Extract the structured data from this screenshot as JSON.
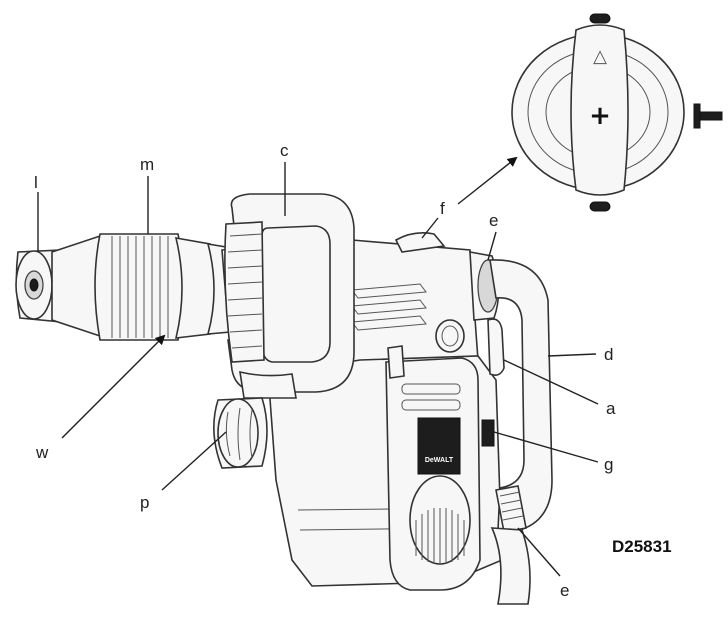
{
  "figure": {
    "model_code": "D25831",
    "labels": {
      "l": "l",
      "m": "m",
      "c": "c",
      "f": "f",
      "e_top": "e",
      "d": "d",
      "a": "a",
      "g": "g",
      "w": "w",
      "p": "p",
      "e_bottom": "e"
    },
    "brand": "DeWALT",
    "inset": {
      "plus_symbol": "+",
      "triangle_symbol": "△"
    }
  }
}
